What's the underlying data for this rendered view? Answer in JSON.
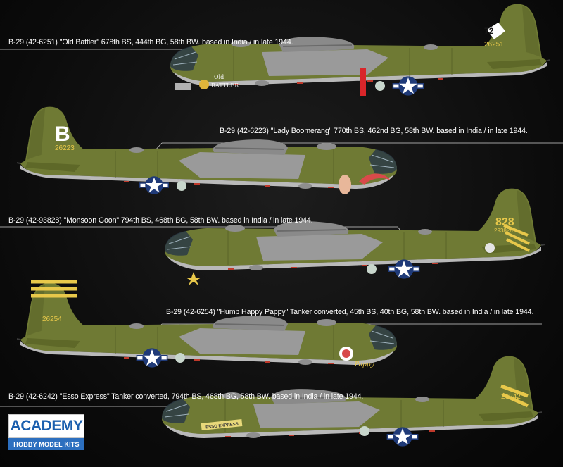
{
  "captions": [
    "B-29 (42-6251) \"Old Battler\" 678th BS, 444th BG, 58th BW. based in India / in late 1944.",
    "B-29 (42-6223) \"Lady Boomerang\" 770th BS, 462nd BG, 58th BW. based in India / in late 1944.",
    "B-29 (42-93828) \"Monsoon Goon\" 794th BS, 468th BG, 58th BW. based in India / in late 1944.",
    "B-29 (42-6254) \"Hump Happy Pappy\" Tanker converted, 45th BS, 40th BG, 58th BW. based in India / in late 1944.",
    "B-29 (42-6242) \"Esso Express\" Tanker converted, 794th BS, 468th BG, 58th BW. based in India / in late 1944."
  ],
  "tail_markings": {
    "p1_serial": "26251",
    "p1_number": "72",
    "p2_letter": "B",
    "p2_serial": "26223",
    "p3_number": "828",
    "p3_serial": "293828",
    "p4_serial": "26254",
    "p5_serial": "26242"
  },
  "nose_art": {
    "p1_name_line1": "Old",
    "p1_name_line2": "BATTLER",
    "p4_name": "Pappy",
    "p5_name": "ESSO EXPRESS"
  },
  "logo": {
    "brand": "ACADEMY",
    "tagline": "HOBBY MODEL KITS"
  },
  "colors": {
    "olive_drab": "#6f7a34",
    "neutral_gray": "#b9b9b9",
    "insignia_blue": "#1f3a78",
    "brand_blue": "#1b5fae",
    "yellow_marking": "#e8c84a"
  }
}
